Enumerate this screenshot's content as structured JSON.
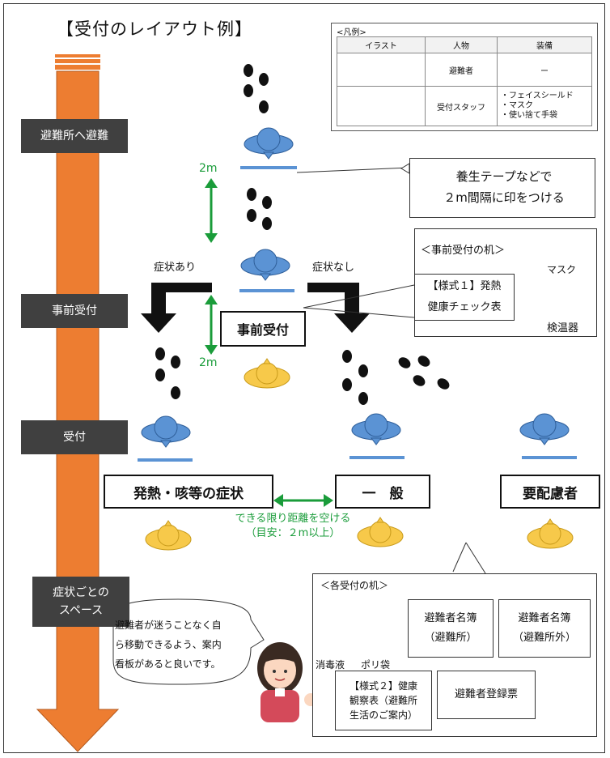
{
  "title": "【受付のレイアウト例】",
  "legend": {
    "heading": "<凡例>",
    "headers": [
      "イラスト",
      "人物",
      "装備"
    ],
    "rows": [
      {
        "person": "避難者",
        "equipment": "ー"
      },
      {
        "person": "受付スタッフ",
        "equipment": "・フェイスシールド\n・マスク\n・使い捨て手袋"
      }
    ]
  },
  "phases": [
    "避難所へ避難",
    "事前受付",
    "受付",
    "症状ごとの\nスペース"
  ],
  "distance_label_top": "2m",
  "distance_label_mid": "2m",
  "tape_note": "養生テープなどで\n２m間隔に印をつける",
  "symptom_yes": "症状あり",
  "symptom_no": "症状なし",
  "pre_desk": {
    "heading": "＜事前受付の机＞",
    "form": "【様式１】発熱\n健康チェック表",
    "mask_label": "マスク",
    "thermometer_label": "検温器"
  },
  "pre_reception": "事前受付",
  "zones": [
    "発熱・咳等の症状",
    "一　般",
    "要配慮者"
  ],
  "spacing_note": "できる限り距離を空ける\n（目安：２m以上）",
  "desk": {
    "heading": "＜各受付の机＞",
    "disinfectant": "消毒液",
    "bag": "ポリ袋",
    "roster1": "避難者名簿\n（避難所）",
    "roster2": "避難者名簿\n（避難所外）",
    "form2": "【様式２】健康\n観察表（避難所\n生活のご案内）",
    "registration": "避難者登録票"
  },
  "advice": "避難者が迷うことなく自\nら移動できるよう、案内\n看板があると良いです。",
  "colors": {
    "evacuee": "#5b93d4",
    "staff": "#f7c94a",
    "arrow": "#ed7d31",
    "green": "#1a9c3a",
    "tape": "#5b93d4"
  }
}
